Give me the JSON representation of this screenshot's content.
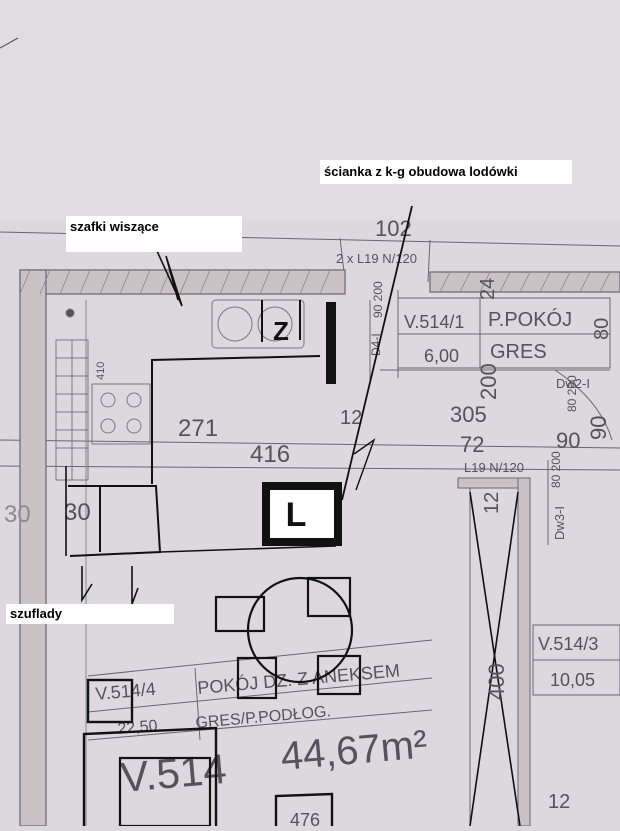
{
  "annotations": {
    "wall": "ścianka z k-g obudowa lodówki",
    "wall_cabinets": "szafki wiszące",
    "drawers": "szuflady",
    "fridge_marker": "Z",
    "kitchen_marker": "L"
  },
  "plan_labels": {
    "top_dim_partial": "102",
    "lintel_top": "2 x L19 N/120",
    "lintel_bottom": "L19 N/120",
    "dim_271": "271",
    "dim_416": "416",
    "dim_12": "12",
    "dim_305": "305",
    "dim_72": "72",
    "dim_90": "90",
    "dim_90_vertical": "90",
    "dim_200": "200",
    "dim_24": "24",
    "dim_80": "80",
    "dim_12_right": "12",
    "dim_12_bottom": "12",
    "dim_30a": "30",
    "dim_30b": "30",
    "dim_400": "400",
    "dim_476": "476",
    "door_dw2": "Dw2-I",
    "door_dw3": "Dw3-I",
    "door_d4": "D4-I",
    "small_90_200": "90 200",
    "small_80_200": "80 200",
    "small_80_200b": "80 200",
    "room_514_1_code": "V.514/1",
    "room_514_1_name": "P.POKÓJ",
    "room_514_1_area": "6,00",
    "room_514_1_floor": "GRES",
    "room_514_3_code": "V.514/3",
    "room_514_3_area": "10,05",
    "room_514_4_code": "V.514/4",
    "room_514_4_name": "POKÓJ DZ. Z ANEKSEM",
    "room_514_4_area": "22,50",
    "room_514_4_floor": "GRES/P.PODŁOG.",
    "unit_code": "V.514",
    "unit_area": "44,67m²",
    "counter_label": "410"
  },
  "colors": {
    "paper": "#dcd8dd",
    "plan_ink": "#55525c",
    "marker_ink": "#111111",
    "wall_fill": "#c9c3c5"
  }
}
